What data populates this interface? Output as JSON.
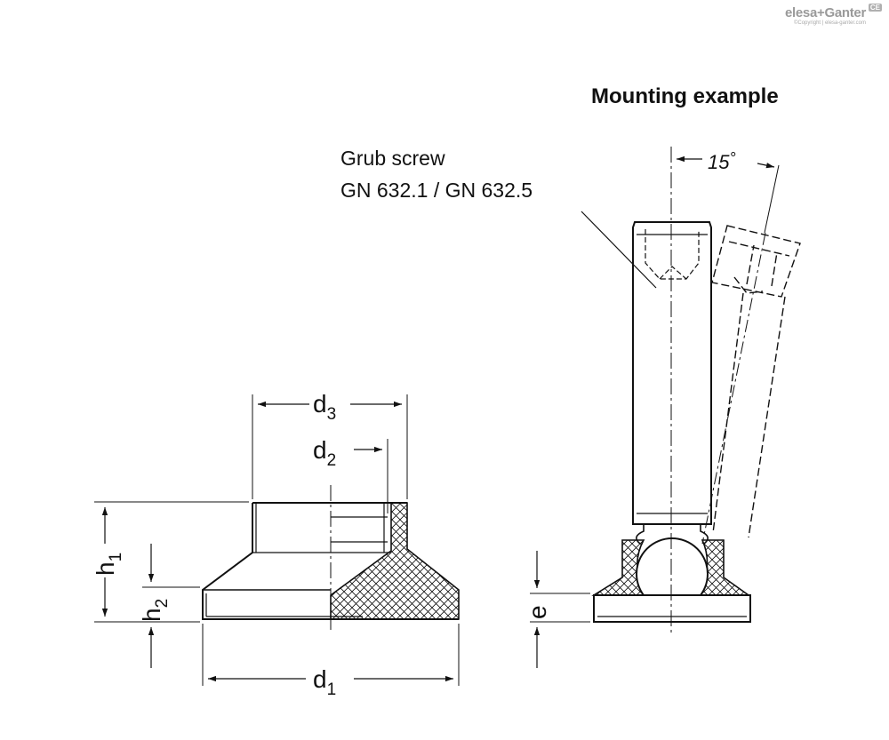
{
  "brand": {
    "name": "elesa+Ganter",
    "copyright": "©Copyright | elesa-ganter.com",
    "mark": "CE"
  },
  "heading": "Mounting example",
  "callout": {
    "line1": "Grub screw",
    "line2": "GN 632.1 / GN 632.5"
  },
  "angle": {
    "value": "15",
    "unit": "°"
  },
  "dimensions": {
    "d1": {
      "letter": "d",
      "index": "1"
    },
    "d2": {
      "letter": "d",
      "index": "2"
    },
    "d3": {
      "letter": "d",
      "index": "3"
    },
    "h1": {
      "letter": "h",
      "index": "1"
    },
    "h2": {
      "letter": "h",
      "index": "2"
    },
    "e": {
      "letter": "e"
    }
  },
  "colors": {
    "line": "#111111",
    "brand": "#9a9a9a",
    "background": "#ffffff"
  }
}
